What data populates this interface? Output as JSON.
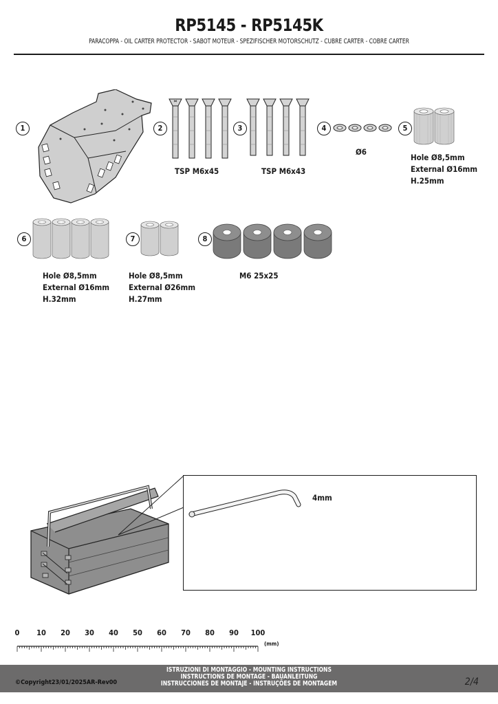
{
  "header": {
    "title": "RP5145 - RP5145K",
    "subtitle": "PARACOPPA  -  OIL CARTER PROTECTOR - SABOT MOTEUR - SPEZIFISCHER MOTORSCHUTZ - CUBRE CARTER - COBRE CARTER"
  },
  "parts": [
    {
      "number": "1"
    },
    {
      "number": "2",
      "label": "TSP M6x45",
      "count": 4
    },
    {
      "number": "3",
      "label": "TSP M6x43",
      "count": 4
    },
    {
      "number": "4",
      "label": "Ø6",
      "count": 4
    },
    {
      "number": "5",
      "lines": [
        "Hole Ø8,5mm",
        "External Ø16mm",
        "H.25mm"
      ],
      "count": 2
    },
    {
      "number": "6",
      "lines": [
        "Hole Ø8,5mm",
        "External Ø16mm",
        "H.32mm"
      ],
      "count": 4
    },
    {
      "number": "7",
      "lines": [
        "Hole Ø8,5mm",
        "External Ø26mm",
        "H.27mm"
      ],
      "count": 2
    },
    {
      "number": "8",
      "label": "M6 25x25",
      "count": 4
    }
  ],
  "tools": {
    "wrench_label": "4mm"
  },
  "ruler": {
    "ticks": [
      "0",
      "10",
      "20",
      "30",
      "40",
      "50",
      "60",
      "70",
      "80",
      "90",
      "100"
    ],
    "unit": "(mm)"
  },
  "footer": {
    "lines": [
      "ISTRUZIONI DI MONTAGGIO  -  MOUNTING INSTRUCTIONS",
      "INSTRUCTIONS DE MONTAGE - BAUANLEITUNG",
      "INSTRUCCIONES DE MONTAJE - INSTRUÇÕES DE MONTAGEM"
    ],
    "copyright": "©Copyright23/01/2025AR-Rev00",
    "page": "2/4"
  },
  "colors": {
    "footer_bg": "#6c6b6b",
    "part_gray": "#c9c9c9",
    "spacer_dark": "#7a7a7a"
  }
}
